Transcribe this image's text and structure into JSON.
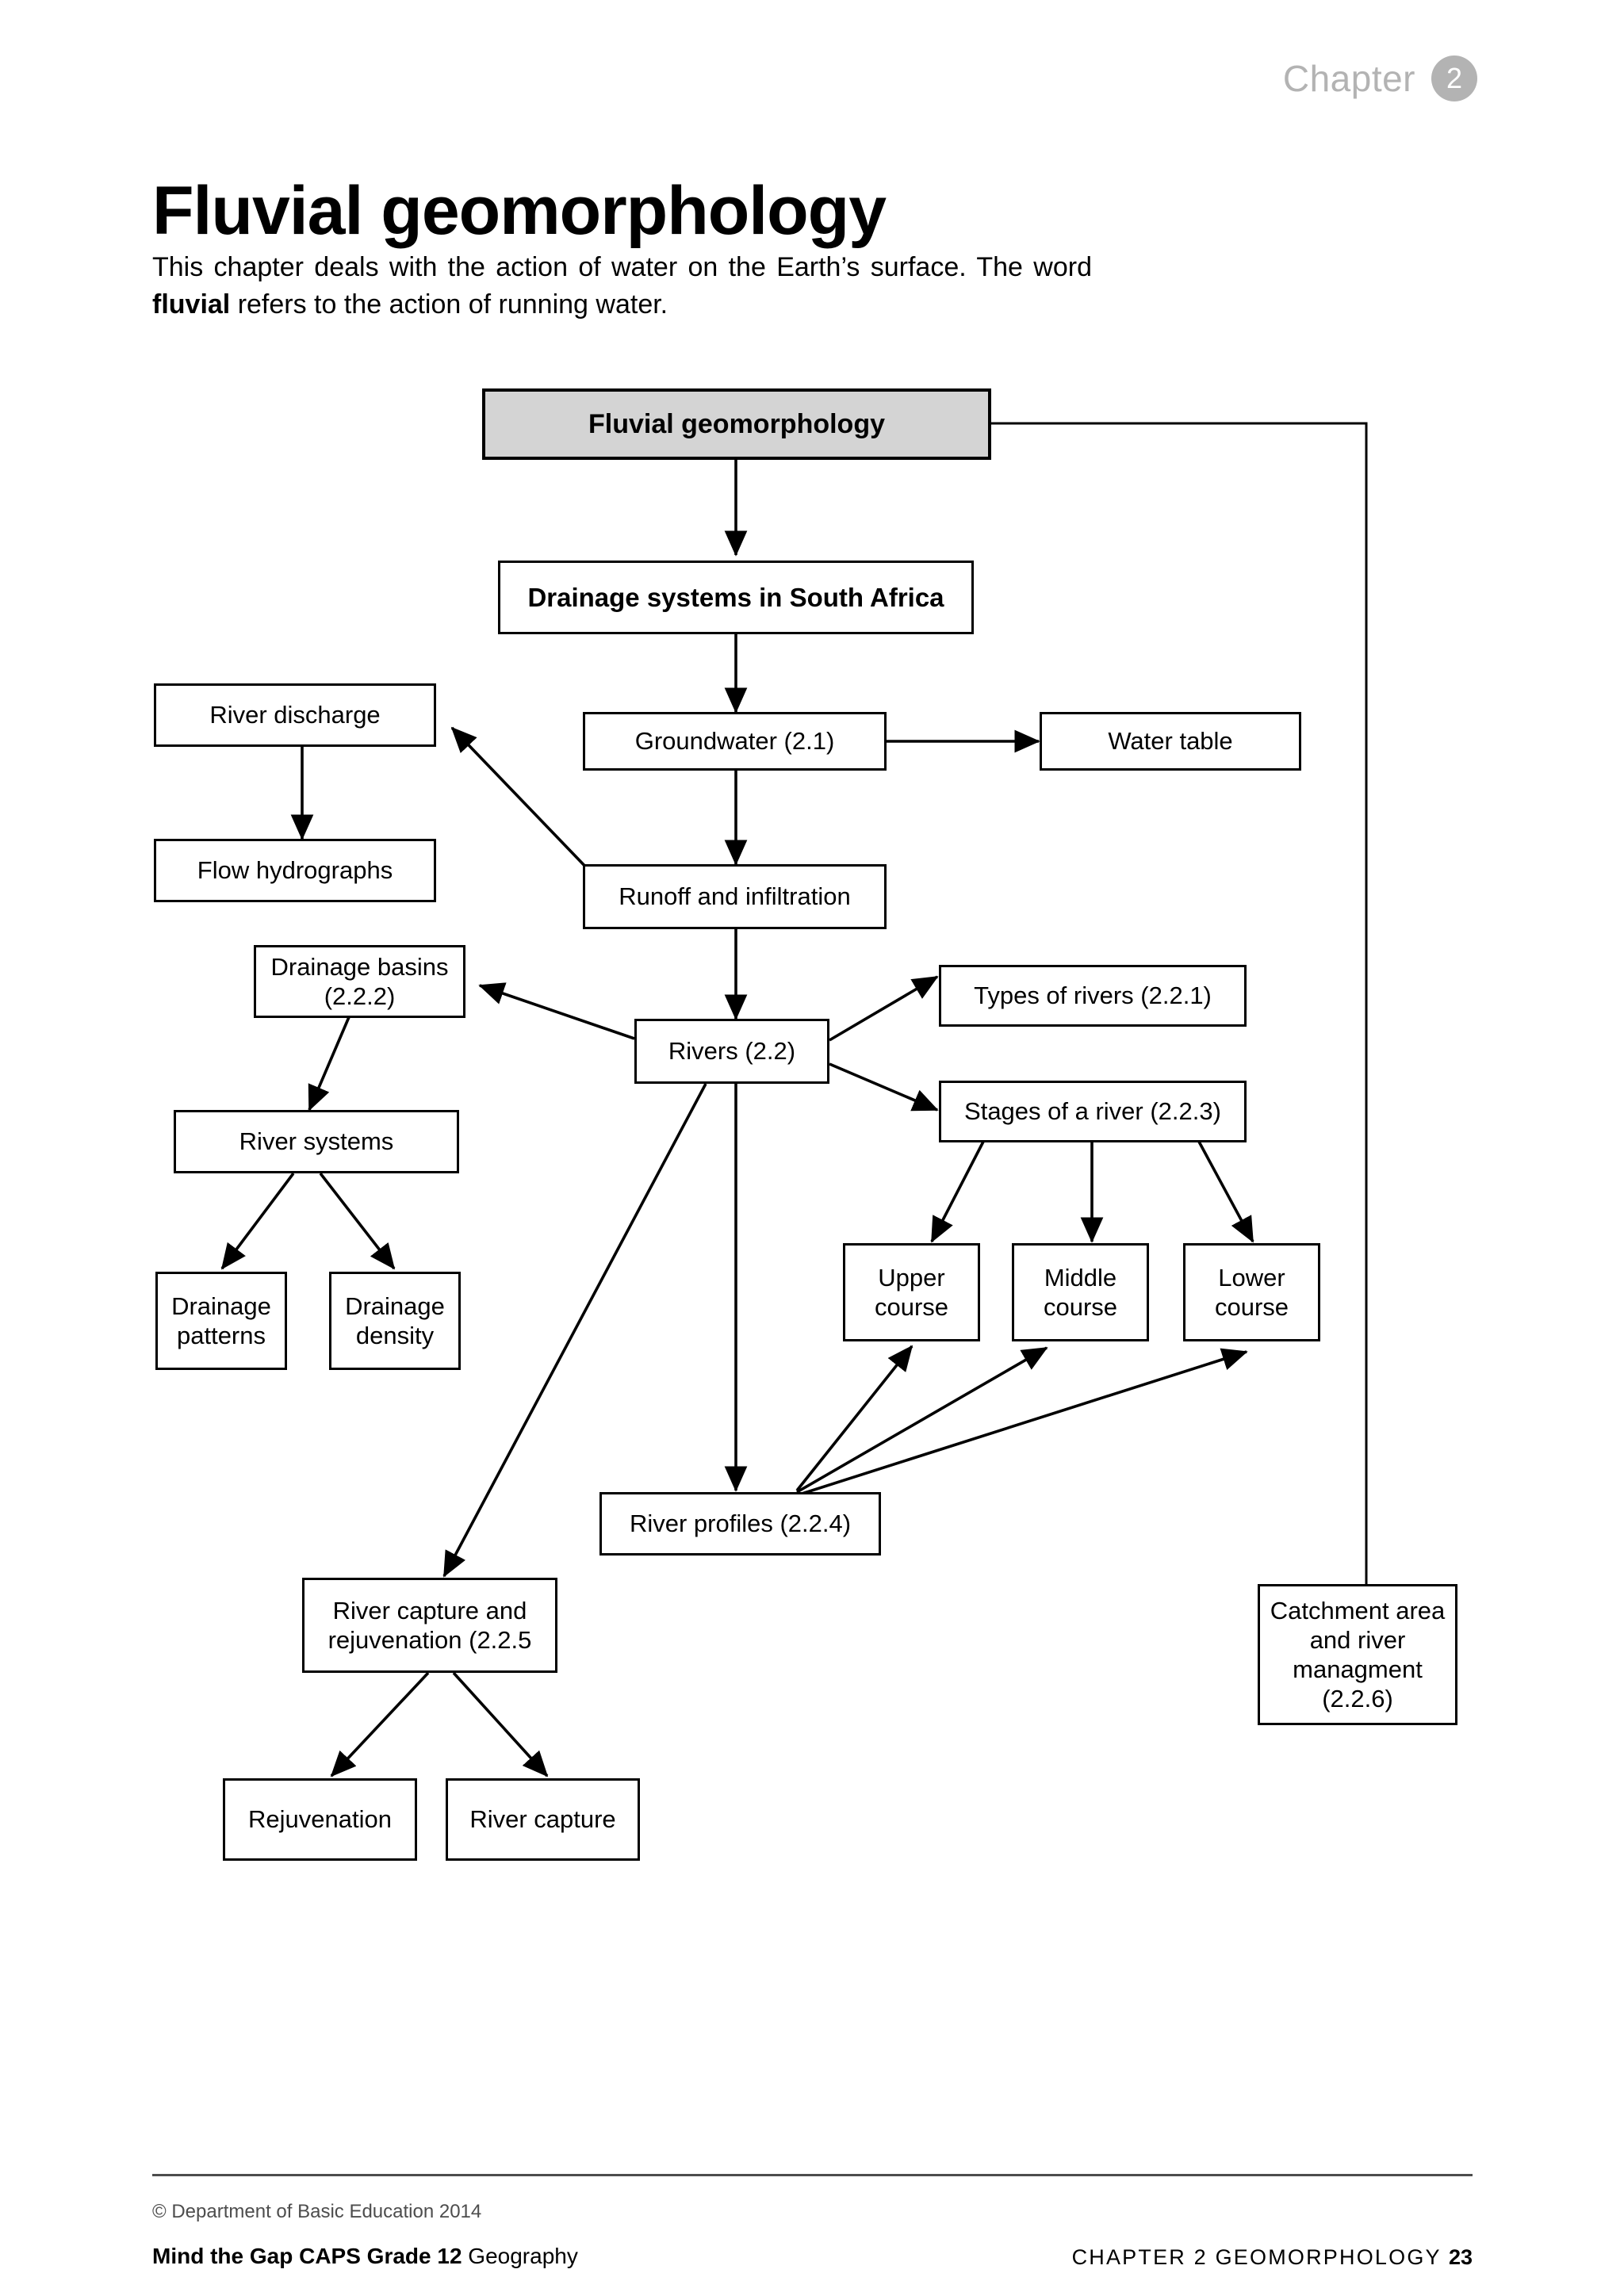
{
  "header": {
    "chapter_word": "Chapter",
    "chapter_number": "2"
  },
  "title": "Fluvial geomorphology",
  "intro": {
    "part1": "This chapter deals with the action of water on the Earth’s surface. The word ",
    "bold_term": "fluvial",
    "part2": " refers to the action of running water."
  },
  "diagram": {
    "title": "Fluvial geomorphology concept map",
    "nodes": [
      {
        "id": "root",
        "label": "Fluvial geomorphology"
      },
      {
        "id": "drainage-systems",
        "label": "Drainage systems in South Africa"
      },
      {
        "id": "river-discharge",
        "label": "River discharge"
      },
      {
        "id": "flow-hydrographs",
        "label": "Flow hydrographs"
      },
      {
        "id": "groundwater",
        "label": "Groundwater (2.1)"
      },
      {
        "id": "water-table",
        "label": "Water table"
      },
      {
        "id": "runoff",
        "label": "Runoff and infiltration"
      },
      {
        "id": "drainage-basins",
        "label": "Drainage basins\n(2.2.2)"
      },
      {
        "id": "rivers",
        "label": "Rivers (2.2)"
      },
      {
        "id": "types-of-rivers",
        "label": "Types of rivers (2.2.1)"
      },
      {
        "id": "stages-of-river",
        "label": "Stages of a river (2.2.3)"
      },
      {
        "id": "river-systems",
        "label": "River systems"
      },
      {
        "id": "drainage-patterns",
        "label": "Drainage\npatterns"
      },
      {
        "id": "drainage-density",
        "label": "Drainage\ndensity"
      },
      {
        "id": "upper-course",
        "label": "Upper\ncourse"
      },
      {
        "id": "middle-course",
        "label": "Middle\ncourse"
      },
      {
        "id": "lower-course",
        "label": "Lower\ncourse"
      },
      {
        "id": "river-profiles",
        "label": "River profiles (2.2.4)"
      },
      {
        "id": "river-capture-rejuvenation",
        "label": "River capture and\nrejuvenation (2.2.5"
      },
      {
        "id": "catchment-area",
        "label": "Catchment area\nand river\nmanagment\n(2.2.6)"
      },
      {
        "id": "rejuvenation",
        "label": "Rejuvenation"
      },
      {
        "id": "river-capture",
        "label": "River capture"
      }
    ]
  },
  "footer": {
    "copyright": "© Department of Basic Education 2014",
    "left_bold": "Mind the Gap CAPS Grade 12",
    "left_rest": " Geography",
    "right_label": "CHAPTER 2 GEOMORPHOLOGY",
    "page_number": "23"
  }
}
